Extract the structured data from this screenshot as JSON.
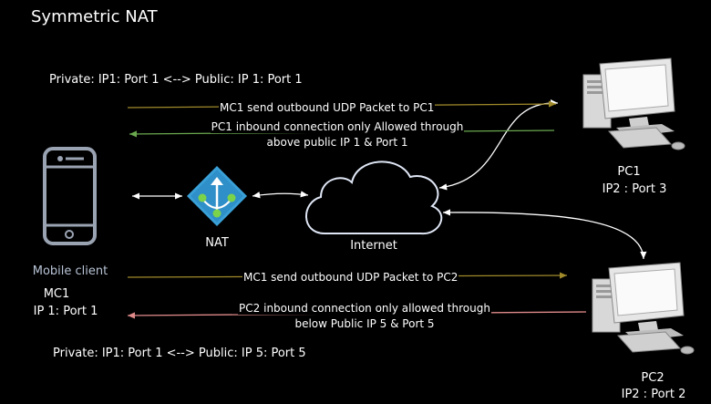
{
  "title": "Symmetric NAT",
  "mapping_top": "Private: IP1: Port 1 <--> Public: IP 1: Port 1",
  "mapping_bottom": "Private: IP1: Port 1 <--> Public: IP 5: Port 5",
  "flows": {
    "mc1_to_pc1": "MC1 send outbound UDP Packet to PC1",
    "pc1_inbound_line1": "PC1 inbound connection only Allowed through",
    "pc1_inbound_line2": "above public IP 1 & Port 1",
    "mc1_to_pc2": "MC1 send outbound UDP Packet to PC2",
    "pc2_inbound_line1": "PC2 inbound connection only allowed through",
    "pc2_inbound_line2": "below Public IP 5 & Port 5"
  },
  "nodes": {
    "mobile_label": "Mobile client",
    "mc1_name": "MC1",
    "mc1_addr": "IP 1: Port 1",
    "nat": "NAT",
    "internet": "Internet",
    "pc1_name": "PC1",
    "pc1_addr": "IP2 : Port 3",
    "pc2_name": "PC2",
    "pc2_addr": "IP2 : Port 2"
  },
  "colors": {
    "outbound_arrow": "#a08a2a",
    "pc1_inbound_arrow": "#6aa84f",
    "pc2_inbound_arrow": "#e08a8a",
    "nat_diamond": "#3aa0d8",
    "nat_dots": "#7bd34a",
    "phone_stroke": "#9aa3b2",
    "mobile_label": "#b8c4d6"
  }
}
